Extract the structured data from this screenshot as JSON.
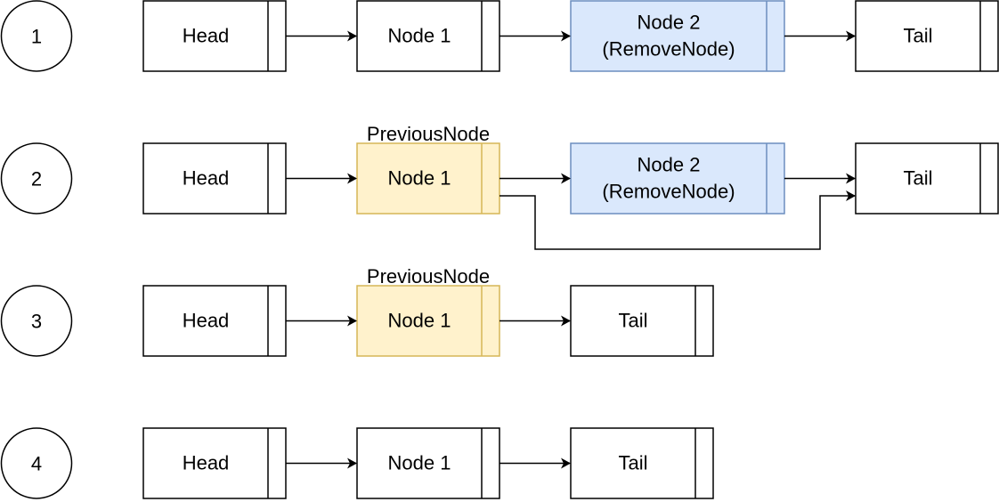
{
  "steps": [
    {
      "number": "1",
      "nodes": [
        {
          "id": "head",
          "label": "Head",
          "style": "plain"
        },
        {
          "id": "node1",
          "label": "Node 1",
          "style": "plain"
        },
        {
          "id": "node2",
          "label": "Node 2\n(RemoveNode)",
          "style": "blue"
        },
        {
          "id": "tail",
          "label": "Tail",
          "style": "plain"
        }
      ],
      "edges": [
        [
          "head",
          "node1"
        ],
        [
          "node1",
          "node2"
        ],
        [
          "node2",
          "tail"
        ]
      ]
    },
    {
      "number": "2",
      "nodes": [
        {
          "id": "head",
          "label": "Head",
          "style": "plain"
        },
        {
          "id": "node1",
          "label": "Node 1",
          "style": "yellow",
          "annotation": "PreviousNode"
        },
        {
          "id": "node2",
          "label": "Node 2\n(RemoveNode)",
          "style": "blue"
        },
        {
          "id": "tail",
          "label": "Tail",
          "style": "plain"
        }
      ],
      "edges": [
        [
          "head",
          "node1"
        ],
        [
          "node1",
          "node2"
        ],
        [
          "node2",
          "tail"
        ],
        [
          "node1",
          "tail",
          "bypass"
        ]
      ]
    },
    {
      "number": "3",
      "nodes": [
        {
          "id": "head",
          "label": "Head",
          "style": "plain"
        },
        {
          "id": "node1",
          "label": "Node 1",
          "style": "yellow",
          "annotation": "PreviousNode"
        },
        {
          "id": "tail",
          "label": "Tail",
          "style": "plain"
        }
      ],
      "edges": [
        [
          "head",
          "node1"
        ],
        [
          "node1",
          "tail"
        ]
      ]
    },
    {
      "number": "4",
      "nodes": [
        {
          "id": "head",
          "label": "Head",
          "style": "plain"
        },
        {
          "id": "node1",
          "label": "Node 1",
          "style": "plain"
        },
        {
          "id": "tail",
          "label": "Tail",
          "style": "plain"
        }
      ],
      "edges": [
        [
          "head",
          "node1"
        ],
        [
          "node1",
          "tail"
        ]
      ]
    }
  ],
  "colors": {
    "plain_fill": "#ffffff",
    "plain_stroke": "#000000",
    "blue_fill": "#dae8fc",
    "blue_stroke": "#6c8ebf",
    "yellow_fill": "#fff2cc",
    "yellow_stroke": "#d6b656",
    "arrow": "#000000"
  }
}
